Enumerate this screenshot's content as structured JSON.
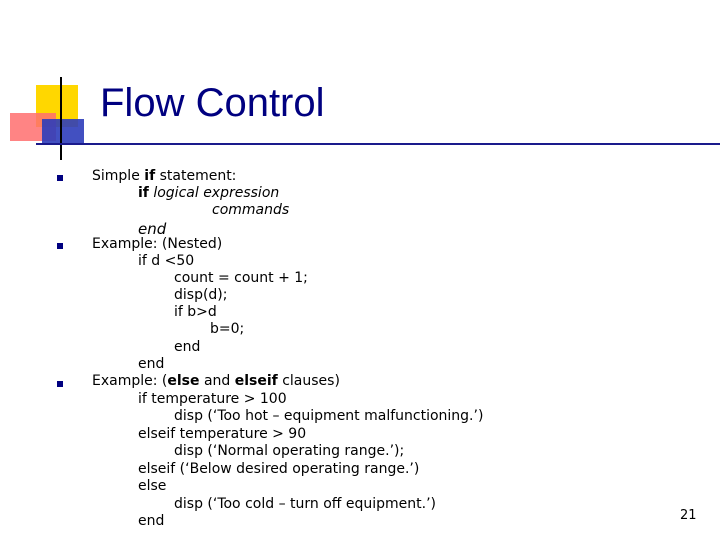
{
  "slide": {
    "title": "Flow Control",
    "page_number": "21"
  },
  "bullet1": {
    "pre": "Simple ",
    "kw": "if",
    "post": " statement:",
    "line2_kw": "if",
    "line2_it": "logical expression",
    "line3": "commands",
    "line4": "end"
  },
  "bullet2": {
    "header": "Example: (Nested)",
    "lines": [
      "if d <50",
      "count = count + 1;",
      "disp(d);",
      "if b>d",
      "b=0;",
      "end",
      "end"
    ]
  },
  "bullet3": {
    "pre": "Example: (",
    "kw1": "else",
    "mid": " and ",
    "kw2": "elseif",
    "post": " clauses)",
    "lines": [
      "if temperature > 100",
      "disp (‘Too hot – equipment malfunctioning.’)",
      "elseif temperature > 90",
      "disp (‘Normal operating range.’);",
      "elseif (‘Below desired operating range.’)",
      "else",
      "disp (‘Too cold – turn off equipment.’)",
      "end"
    ]
  }
}
